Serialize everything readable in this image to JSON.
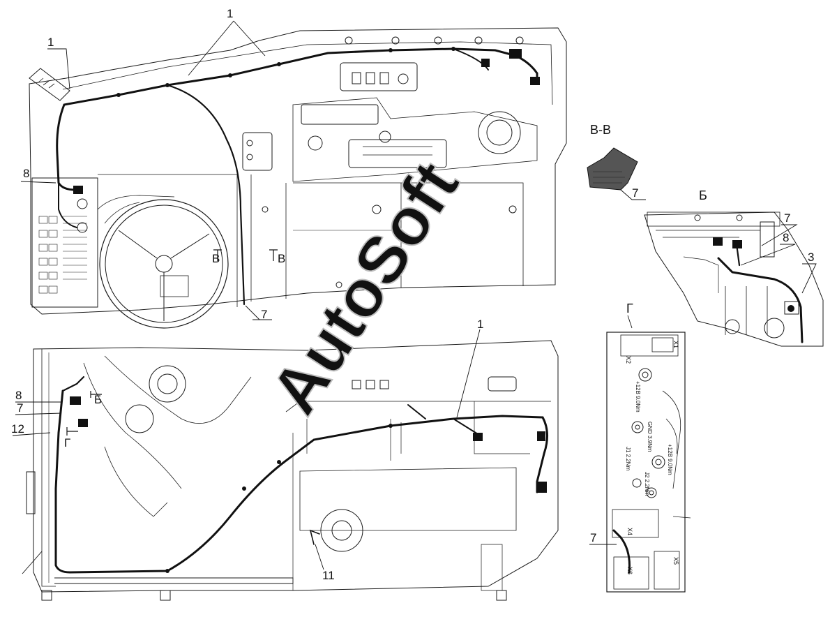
{
  "callouts": {
    "top_1a": "1",
    "top_1b": "1",
    "top_8": "8",
    "top_7": "7",
    "bottom_1": "1",
    "bottom_8": "8",
    "bottom_7": "7",
    "bottom_12": "12",
    "bottom_11": "11",
    "detail_bb_7": "7",
    "detail_bb_8": "8",
    "detail_bb_3": "3",
    "detail_vv_7": "7",
    "detail_g_7": "7"
  },
  "section_marks": {
    "v_left": "В",
    "v_right": "В",
    "b": "Б",
    "g": "Г"
  },
  "view_titles": {
    "section_vv": "В-В",
    "view_b": "Б",
    "view_g": "Г"
  },
  "panel_labels": {
    "x1": "X1",
    "x2": "X2",
    "x4": "X4",
    "x5": "X5",
    "x6": "X6",
    "plus12_a": "+12В 9.0Nm",
    "plus12_b": "+12В 9.0Nm",
    "gnd": "GND 3.9Nm",
    "j1": "J1 2.2Nm",
    "j2": "J2 2.2Nm"
  },
  "watermark": "AutoSoft",
  "colors": {
    "line": "#1a1a1a",
    "watermark": "#c8c8c8",
    "background": "#ffffff"
  }
}
